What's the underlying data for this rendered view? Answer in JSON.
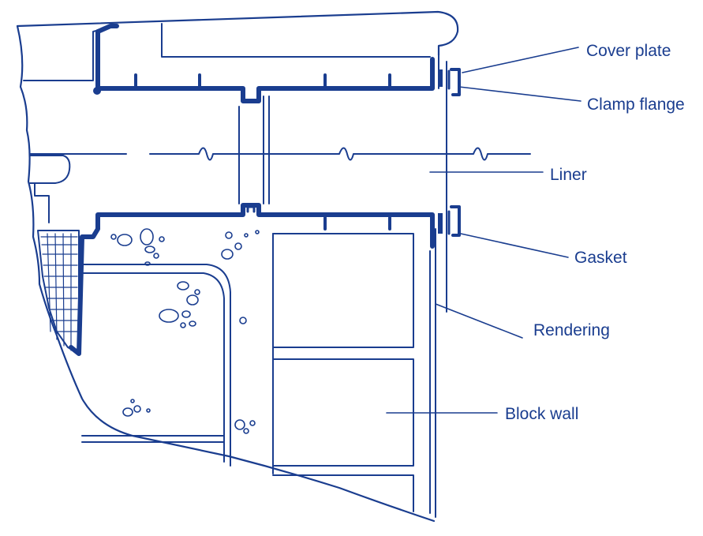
{
  "colors": {
    "ink": "#1a3d8f",
    "background": "#ffffff"
  },
  "labels": {
    "cover_plate": "Cover plate",
    "clamp_flange": "Clamp flange",
    "liner": "Liner",
    "gasket": "Gasket",
    "rendering": "Rendering",
    "block_wall": "Block wall"
  }
}
